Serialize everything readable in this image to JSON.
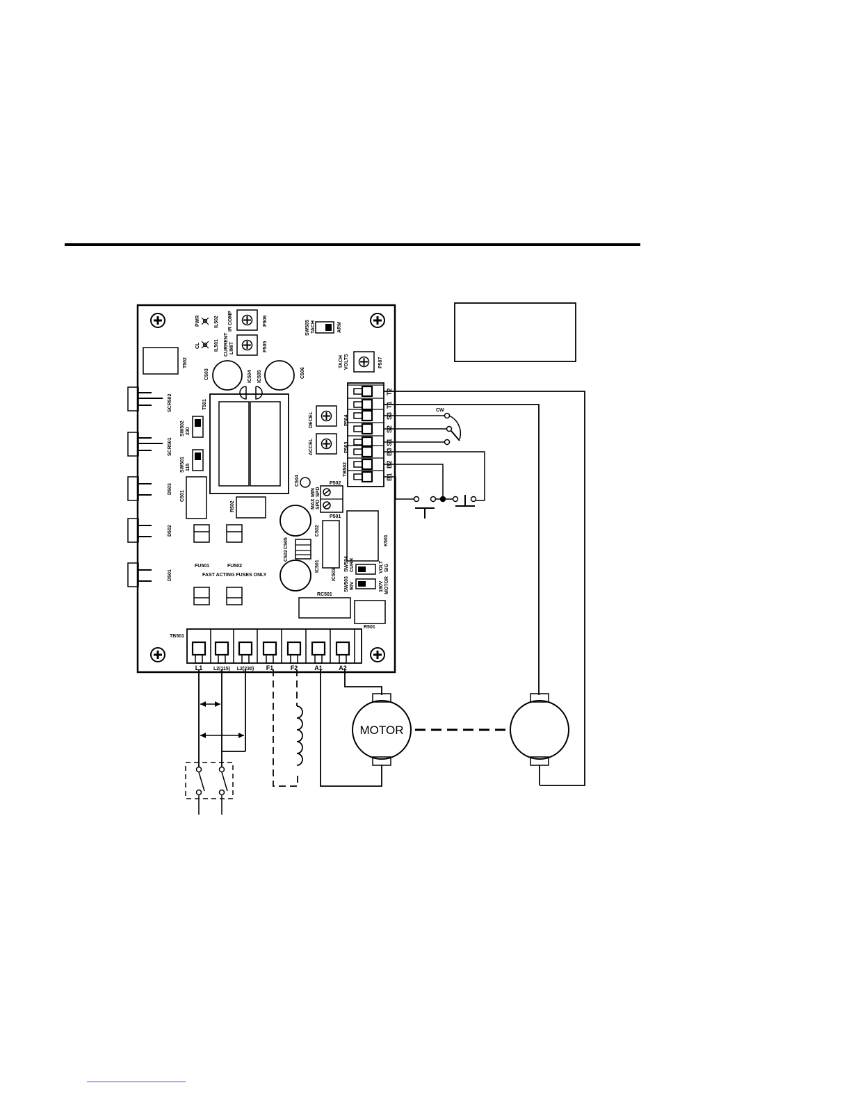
{
  "board": {
    "indicators": {
      "pwr": "PWR",
      "il502": "IL502",
      "cl": "CL",
      "il501": "IL501"
    },
    "pots": {
      "ir_comp": "IR COMP",
      "p506": "P506",
      "current_limit_1": "CURRENT",
      "current_limit_2": "LIMIT",
      "p505": "P505",
      "tach_volts_1": "TACH",
      "tach_volts_2": "VOLTS",
      "p507": "P507",
      "decel": "DECEL",
      "p504": "P504",
      "accel": "ACCEL",
      "p503": "P503",
      "p502": "P502",
      "p501": "P501",
      "min_1": "MIN",
      "min_2": "SPD",
      "max_1": "MAX",
      "max_2": "SPD"
    },
    "switches": {
      "sw505": "SW505",
      "sw505_a": "TACH",
      "sw505_b": "ARM",
      "sw502": "SW502",
      "sw502_a": "230",
      "sw501": "SW501",
      "sw501_a": "115",
      "sw504": "SW504",
      "sw504_a": "CURR",
      "sw504_b": "VOLT",
      "sw504_c": "SIG",
      "sw503": "SW503",
      "sw503_a": "90V",
      "sw503_b": "180V",
      "sw503_c": "MOTOR"
    },
    "components": {
      "t502": "T502",
      "t501": "T501",
      "c503": "C503",
      "c506": "C506",
      "ic504": "IC504",
      "ic505": "IC505",
      "scr502": "SCR502",
      "scr501": "SCR501",
      "d503": "D503",
      "d502": "D502",
      "d501": "D501",
      "c501": "C501",
      "r502": "R502",
      "c504": "C504",
      "c505": "C505",
      "c502": "C502",
      "ic501": "IC501",
      "ic503": "IC503",
      "k501": "K501",
      "fu501": "FU501",
      "fu502": "FU502",
      "fuse_note": "FAST ACTING FUSES ONLY",
      "rc501": "RC501",
      "r501": "R501",
      "tb502": "TB502",
      "tb501": "TB501"
    }
  },
  "tb501_labels": [
    "L1",
    "L2(115)",
    "L2(230)",
    "F1",
    "F2",
    "A1",
    "A2"
  ],
  "tb502_labels": [
    "T2",
    "T1",
    "S3",
    "S2",
    "S1",
    "B3",
    "B2",
    "B1"
  ],
  "external": {
    "cw_label": "CW",
    "motor_label": "MOTOR"
  }
}
